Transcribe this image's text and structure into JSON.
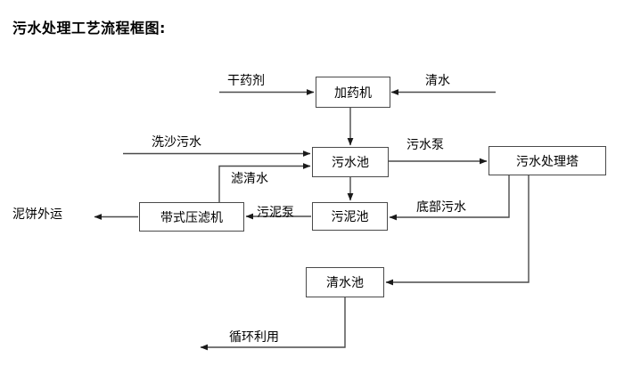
{
  "document": {
    "title": "污水处理工艺流程框图:"
  },
  "diagram": {
    "type": "flowchart",
    "orientation": "left-to-right-top-down",
    "nodes": [
      {
        "id": "dosing-machine",
        "label": "加药机"
      },
      {
        "id": "sewage-pool",
        "label": "污水池"
      },
      {
        "id": "sewage-treatment-tower",
        "label": "污水处理塔"
      },
      {
        "id": "belt-filter-press",
        "label": "带式压滤机"
      },
      {
        "id": "sludge-pool",
        "label": "污泥池"
      },
      {
        "id": "clean-water-pool",
        "label": "清水池"
      }
    ],
    "inputs": [
      {
        "id": "dry-agent",
        "label": "干药剂"
      },
      {
        "id": "clean-water-in",
        "label": "清水"
      },
      {
        "id": "sand-washing-sewage",
        "label": "洗沙污水"
      }
    ],
    "outputs": [
      {
        "id": "mud-cake-out",
        "label": "泥饼外运"
      },
      {
        "id": "recycle-use",
        "label": "循环利用"
      }
    ],
    "edge_labels": [
      {
        "id": "sewage-pump",
        "label": "污水泵"
      },
      {
        "id": "filtered-clear-water",
        "label": "滤清水"
      },
      {
        "id": "sludge-pump",
        "label": "污泥泵"
      },
      {
        "id": "bottom-sewage",
        "label": "底部污水"
      }
    ],
    "colors": {
      "stroke": "#4a4a4a",
      "text": "#000000",
      "background": "#ffffff"
    }
  }
}
